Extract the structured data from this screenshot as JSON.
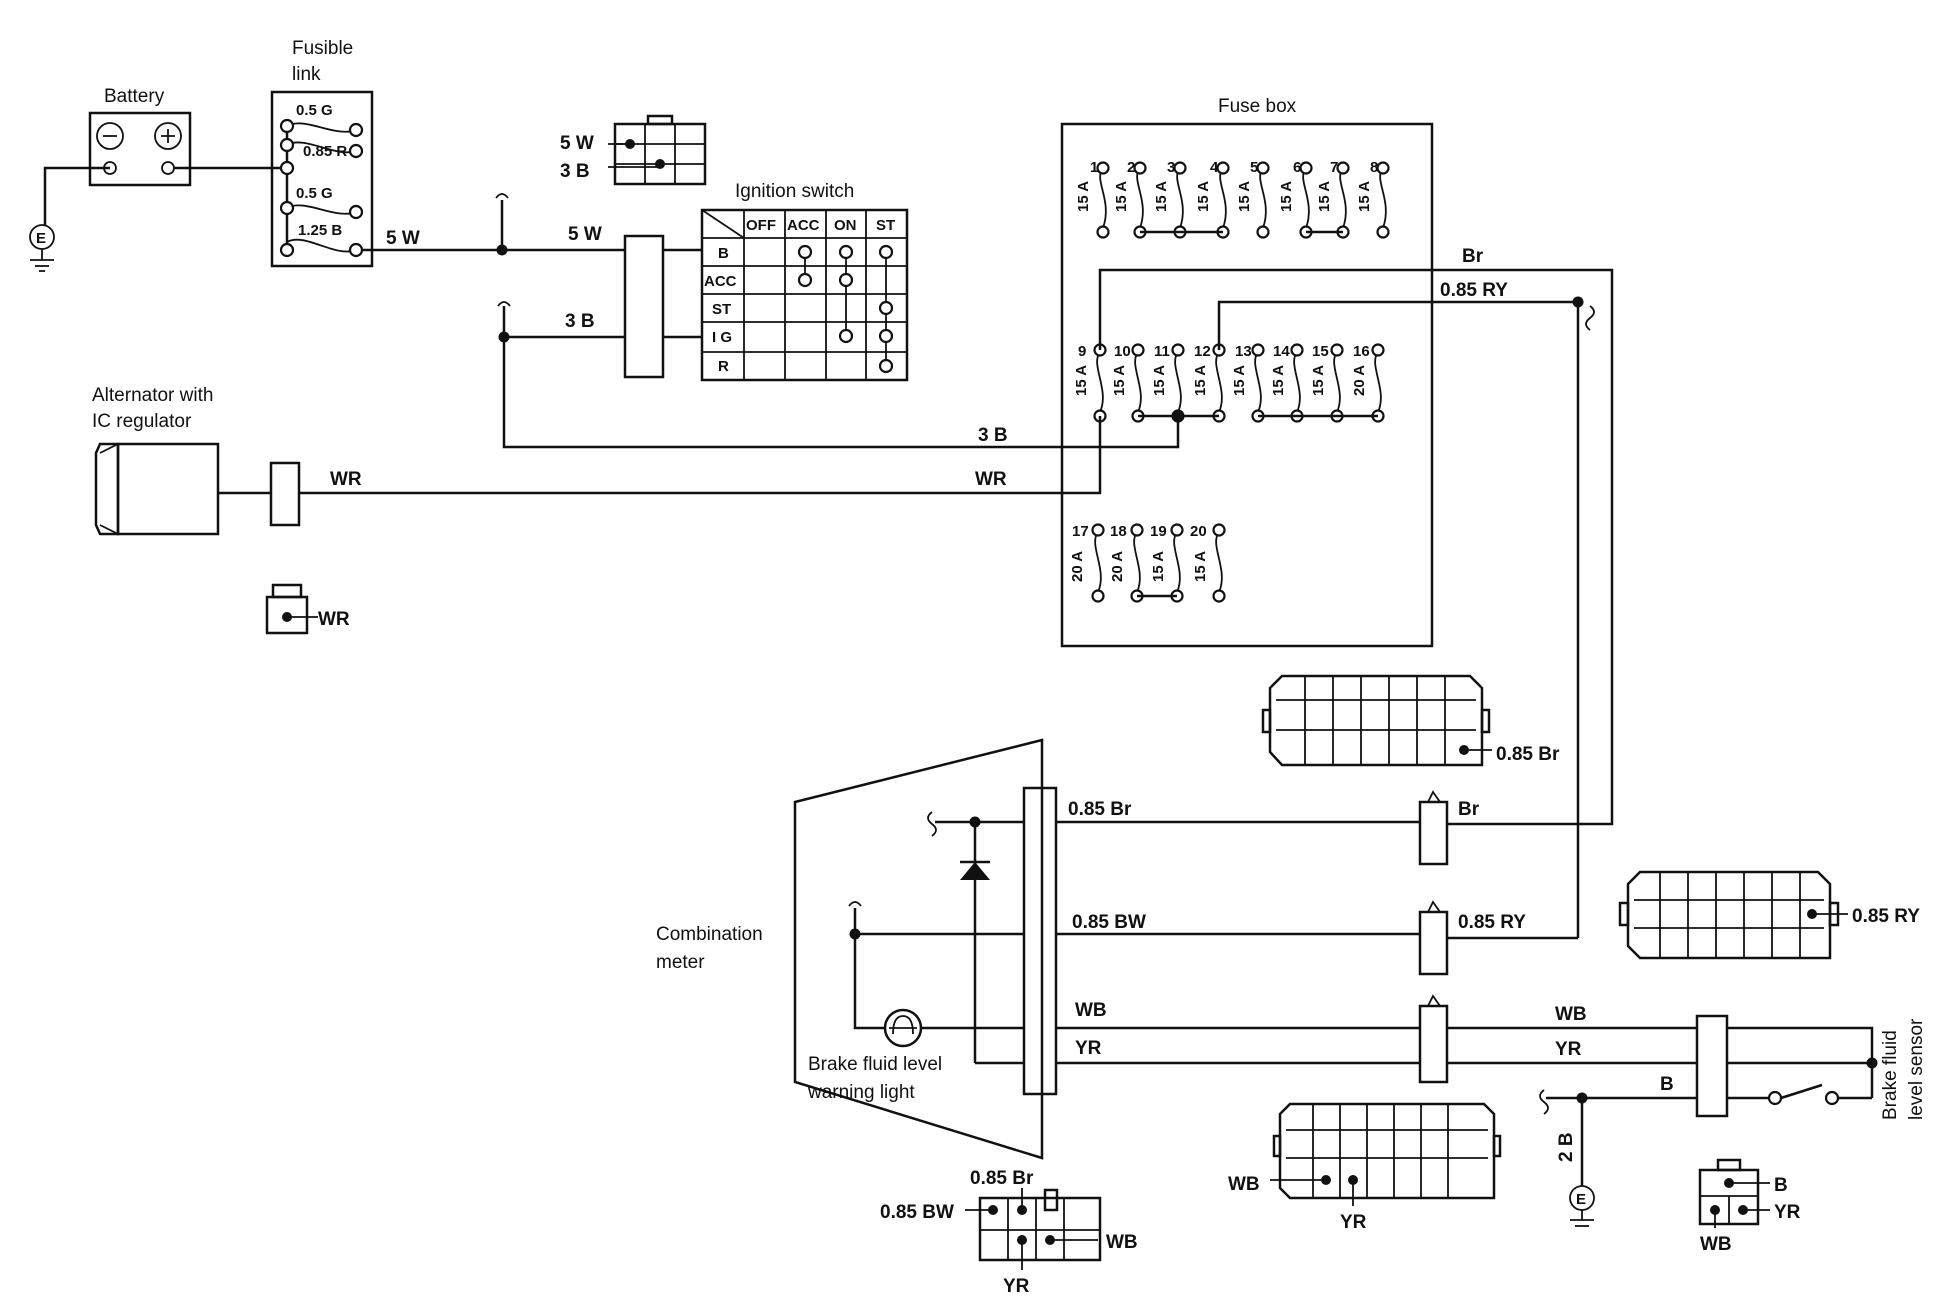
{
  "components": {
    "battery": "Battery",
    "battery_neg": "⊖",
    "battery_pos": "⊕",
    "fusible_link": [
      "Fusible",
      "link"
    ],
    "alternator": [
      "Alternator with",
      "IC regulator"
    ],
    "ignition_switch": "Ignition switch",
    "fuse_box": "Fuse box",
    "combination_meter": [
      "Combination",
      "meter"
    ],
    "brake_light": [
      "Brake fluid level",
      "warning light"
    ],
    "brake_sensor": [
      "Brake fluid",
      "level sensor"
    ],
    "ground": "E"
  },
  "fusible_links": [
    "0.5  G",
    "0.85  R",
    "0.5  G",
    "1.25  B"
  ],
  "ignition_table": {
    "columns": [
      "OFF",
      "ACC",
      "ON",
      "ST"
    ],
    "rows": [
      "B",
      "ACC",
      "ST",
      "I G",
      "R"
    ]
  },
  "fuses": [
    {
      "num": "1",
      "amp": "15 A"
    },
    {
      "num": "2",
      "amp": "15 A"
    },
    {
      "num": "3",
      "amp": "15 A"
    },
    {
      "num": "4",
      "amp": "15 A"
    },
    {
      "num": "5",
      "amp": "15 A"
    },
    {
      "num": "6",
      "amp": "15 A"
    },
    {
      "num": "7",
      "amp": "15 A"
    },
    {
      "num": "8",
      "amp": "15 A"
    },
    {
      "num": "9",
      "amp": "15 A"
    },
    {
      "num": "10",
      "amp": "15 A"
    },
    {
      "num": "11",
      "amp": "15 A"
    },
    {
      "num": "12",
      "amp": "15 A"
    },
    {
      "num": "13",
      "amp": "15 A"
    },
    {
      "num": "14",
      "amp": "15 A"
    },
    {
      "num": "15",
      "amp": "15 A"
    },
    {
      "num": "16",
      "amp": "20 A"
    },
    {
      "num": "17",
      "amp": "20 A"
    },
    {
      "num": "18",
      "amp": "20 A"
    },
    {
      "num": "19",
      "amp": "15 A"
    },
    {
      "num": "20",
      "amp": "15 A"
    }
  ],
  "wires": {
    "w_5w_a": "5  W",
    "w_5w_b": "5  W",
    "w_3b_a": "3  B",
    "w_3b_b": "3  B",
    "w_wr_a": "WR",
    "w_wr_b": "WR",
    "w_br_top": "Br",
    "w_085ry_top": "0.85 RY",
    "w_085br_meter": "0.85 Br",
    "w_br_conn": "Br",
    "w_085bw_meter": "0.85  BW",
    "w_085ry_conn": "0.85 RY",
    "w_wb_meter": "WB",
    "w_yr_meter": "YR",
    "w_wb_right": "WB",
    "w_yr_right": "YR",
    "w_b_sensor": "B",
    "w_2b": "2 B"
  },
  "connectors": {
    "ign_conn": [
      "5 W",
      "3 B"
    ],
    "alt_conn": "WR",
    "fusebox_conn": "0.85 Br",
    "meter_conn_ry": "0.85 RY",
    "meter_plug": [
      "0.85 Br",
      "0.85 BW",
      "WB",
      "YR"
    ],
    "mid_conn": [
      "WB",
      "YR"
    ],
    "sensor_conn": [
      "B",
      "YR",
      "WB"
    ]
  }
}
